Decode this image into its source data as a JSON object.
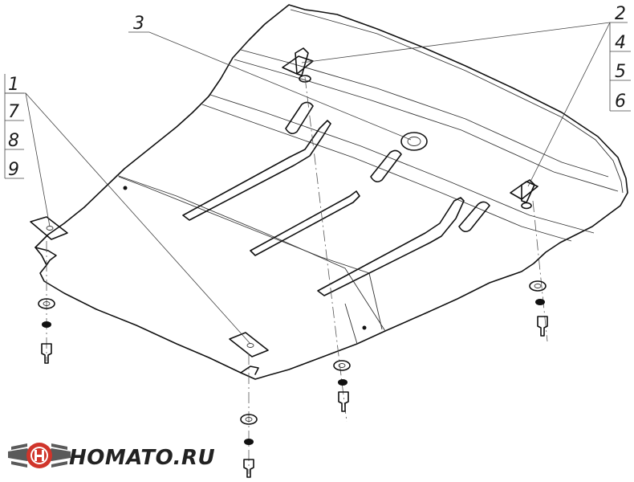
{
  "logo": {
    "text": "HOMATO.RU",
    "colors": {
      "ring": "#d0352b",
      "wings": "#5a5a5a",
      "letter": "#ffffff"
    }
  },
  "callouts": {
    "group_left": [
      "1",
      "7",
      "8",
      "9"
    ],
    "group_right": [
      "2",
      "4",
      "5",
      "6"
    ],
    "single": "3"
  }
}
